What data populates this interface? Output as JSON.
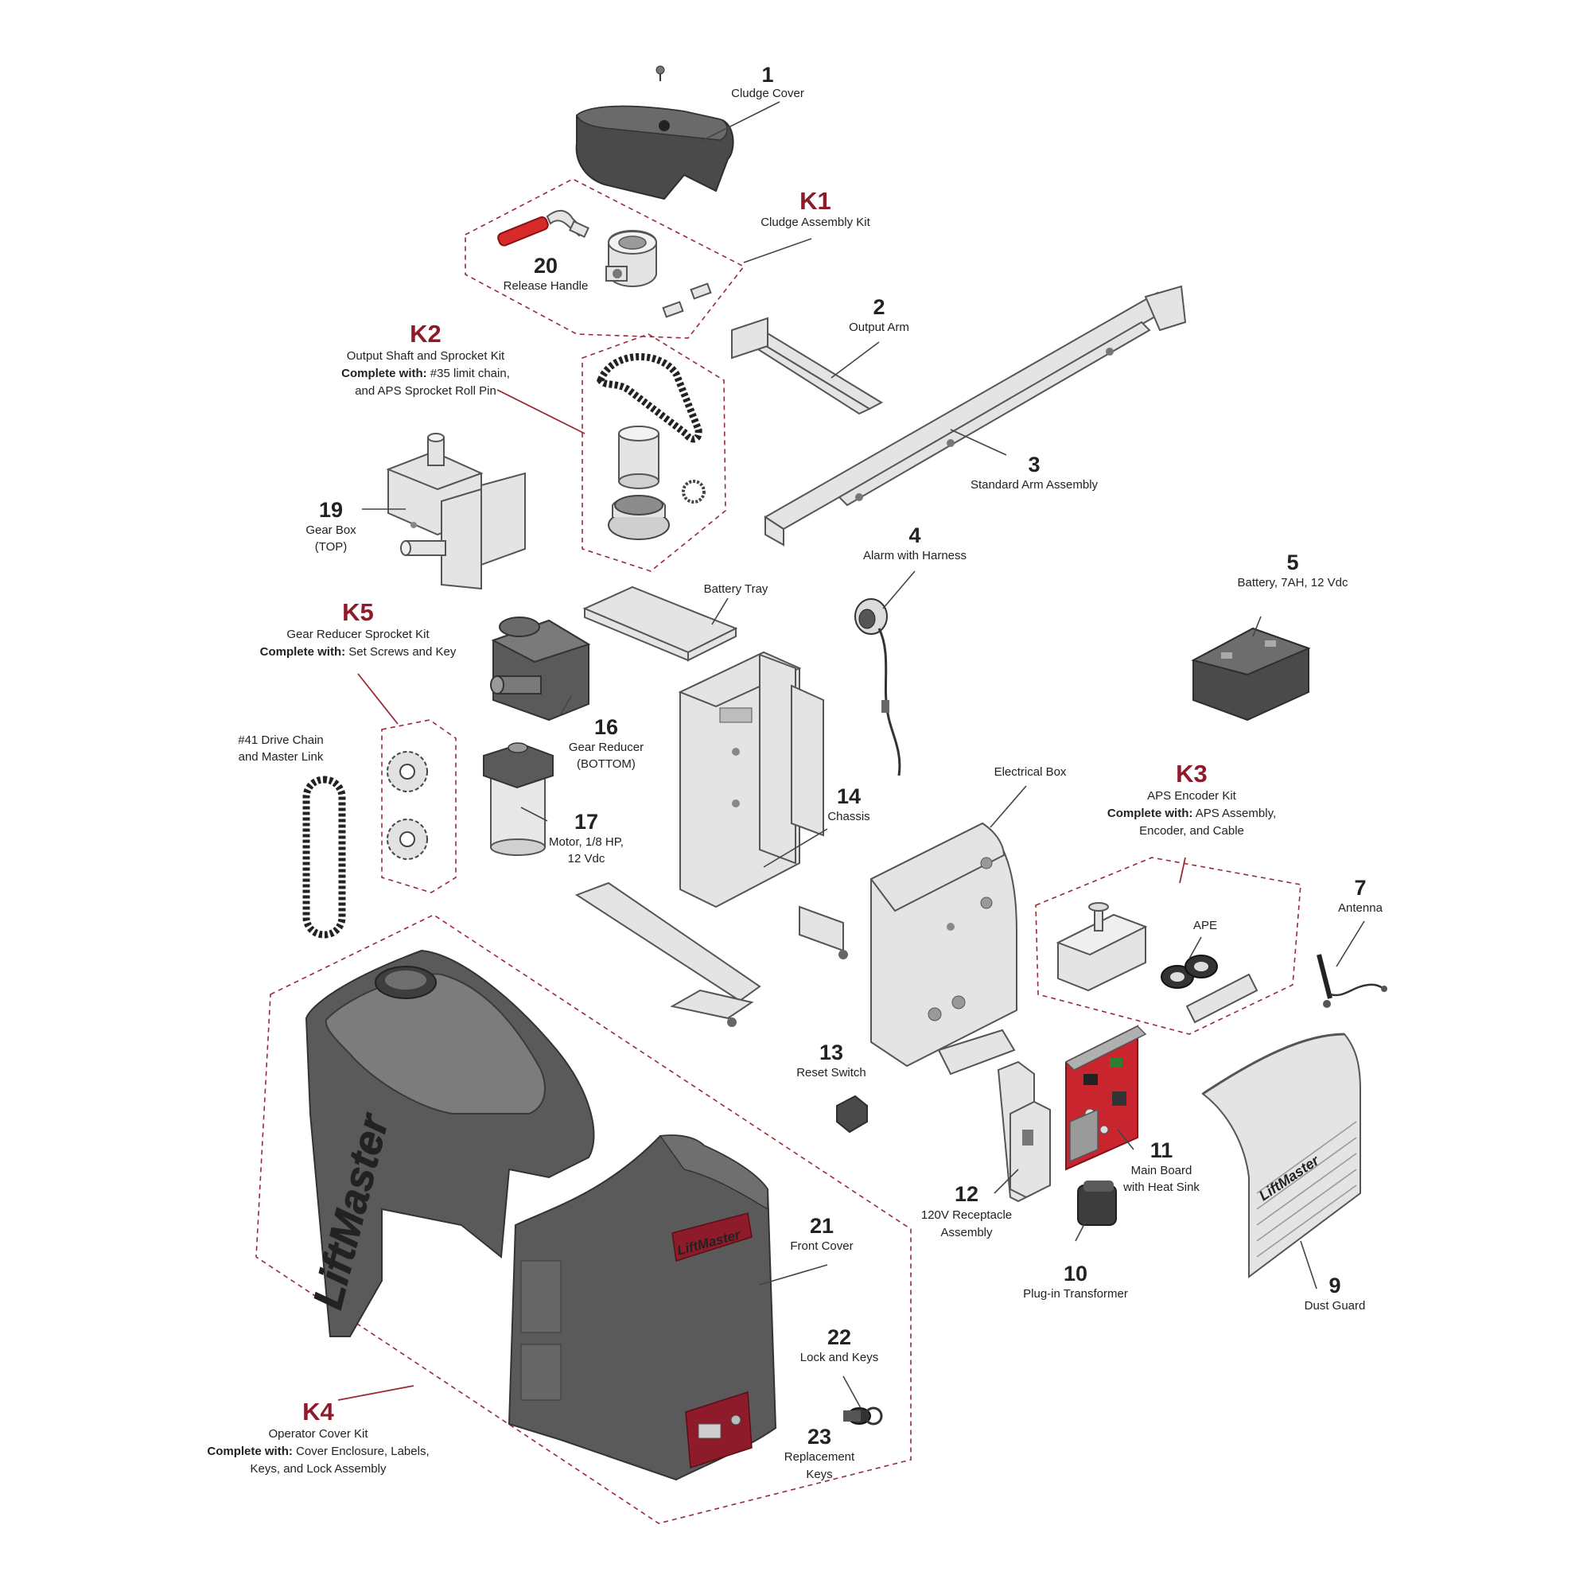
{
  "colors": {
    "kit_accent": "#8e1b2a",
    "part_fill": "#e4e4e4",
    "cover_fill": "#5a5a5a",
    "board_red": "#c8252f"
  },
  "brand": {
    "logo_text": "LiftMaster"
  },
  "parts": [
    {
      "number": "1",
      "label": "Cludge Cover"
    },
    {
      "number": "2",
      "label": "Output Arm"
    },
    {
      "number": "3",
      "label": "Standard Arm Assembly"
    },
    {
      "number": "4",
      "label": "Alarm with Harness"
    },
    {
      "number": "5",
      "label": "Battery, 7AH, 12 Vdc"
    },
    {
      "number": "7",
      "label": "Antenna"
    },
    {
      "number": "9",
      "label": "Dust Guard"
    },
    {
      "number": "10",
      "label": "Plug-in Transformer"
    },
    {
      "number": "11",
      "label_lines": [
        "Main Board",
        "with Heat Sink"
      ]
    },
    {
      "number": "12",
      "label_lines": [
        "120V Receptacle",
        "Assembly"
      ]
    },
    {
      "number": "13",
      "label": "Reset Switch"
    },
    {
      "number": "14",
      "label": "Chassis"
    },
    {
      "number": "16",
      "label_lines": [
        "Gear Reducer",
        "(BOTTOM)"
      ]
    },
    {
      "number": "17",
      "label_lines": [
        "Motor, 1/8 HP,",
        "12 Vdc"
      ]
    },
    {
      "number": "19",
      "label_lines": [
        "Gear Box",
        "(TOP)"
      ]
    },
    {
      "number": "20",
      "label": "Release Handle"
    },
    {
      "number": "21",
      "label": "Front Cover"
    },
    {
      "number": "22",
      "label": "Lock and Keys"
    },
    {
      "number": "23",
      "label_lines": [
        "Replacement",
        "Keys"
      ]
    }
  ],
  "unnumbered": {
    "battery_tray": "Battery Tray",
    "electrical_box": "Electrical Box",
    "drive_chain_lines": [
      "#41 Drive Chain",
      "and Master Link"
    ],
    "ape": "APE"
  },
  "kits": [
    {
      "id": "K1",
      "title": "Cludge Assembly Kit"
    },
    {
      "id": "K2",
      "title": "Output Shaft and Sprocket Kit",
      "complete_prefix": "Complete with:",
      "complete_lines": [
        " #35 limit chain,",
        "and APS Sprocket Roll Pin"
      ]
    },
    {
      "id": "K3",
      "title": "APS Encoder Kit",
      "complete_prefix": "Complete with:",
      "complete_lines": [
        " APS Assembly,",
        "Encoder, and Cable"
      ]
    },
    {
      "id": "K4",
      "title": "Operator Cover Kit",
      "complete_prefix": "Complete with:",
      "complete_lines": [
        " Cover Enclosure, Labels,",
        "Keys, and Lock Assembly"
      ]
    },
    {
      "id": "K5",
      "title": "Gear Reducer Sprocket Kit",
      "complete_prefix": "Complete with:",
      "complete_lines": [
        " Set Screws and Key"
      ]
    }
  ]
}
